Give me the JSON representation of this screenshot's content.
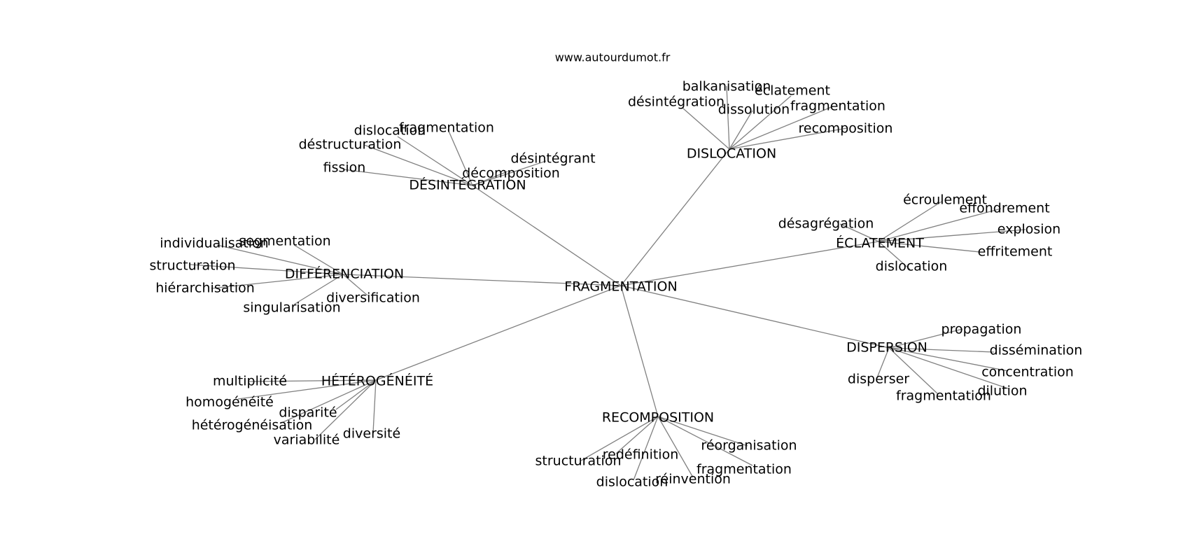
{
  "site": "www.autourdumot.fr",
  "colors": {
    "edge": "#808080",
    "text": "#000000",
    "background": "#ffffff"
  },
  "center": "FRAGMENTATION",
  "clusters": [
    {
      "label": "DÉSINTÉGRATION",
      "words": [
        "dislocation",
        "fragmentation",
        "déstructuration",
        "fission",
        "désintégrant",
        "décomposition"
      ]
    },
    {
      "label": "DISLOCATION",
      "words": [
        "désintégration",
        "balkanisation",
        "éclatement",
        "dissolution",
        "fragmentation",
        "recomposition"
      ]
    },
    {
      "label": "ÉCLATEMENT",
      "words": [
        "écroulement",
        "effondrement",
        "désagrégation",
        "explosion",
        "effritement",
        "dislocation"
      ]
    },
    {
      "label": "DIFFÉRENCIATION",
      "words": [
        "individualisation",
        "segmentation",
        "structuration",
        "hiérarchisation",
        "diversification",
        "singularisation"
      ]
    },
    {
      "label": "DISPERSION",
      "words": [
        "propagation",
        "dissémination",
        "concentration",
        "disperser",
        "fragmentation",
        "dilution"
      ]
    },
    {
      "label": "HÉTÉROGÉNÉITÉ",
      "words": [
        "multiplicité",
        "homogénéité",
        "disparité",
        "hétérogénéisation",
        "variabilité",
        "diversité"
      ]
    },
    {
      "label": "RECOMPOSITION",
      "words": [
        "réorganisation",
        "redéfinition",
        "structuration",
        "fragmentation",
        "réinvention",
        "dislocation"
      ]
    }
  ]
}
